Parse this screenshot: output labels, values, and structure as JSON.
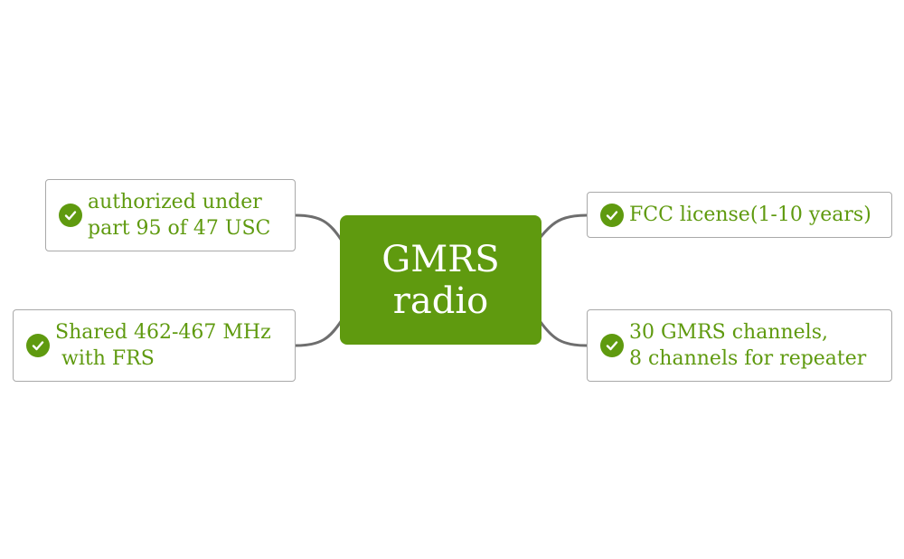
{
  "colors": {
    "accent": "#5f9a0f",
    "node_text": "#5f9a0f",
    "center_text": "#ffffff",
    "border": "#a9a9a9",
    "connector": "#6e6e6e"
  },
  "center": {
    "line1": "GMRS",
    "line2": "radio"
  },
  "nodes": {
    "authorized": {
      "text": "authorized under\npart 95 of 47 USC",
      "icon": "check-circle-icon"
    },
    "shared": {
      "text": "Shared 462-467 MHz\n with FRS",
      "icon": "check-circle-icon"
    },
    "fcc": {
      "text": "FCC license(1-10 years)",
      "icon": "check-circle-icon"
    },
    "channels": {
      "text": "30 GMRS channels,\n8 channels for repeater",
      "icon": "check-circle-icon"
    }
  }
}
